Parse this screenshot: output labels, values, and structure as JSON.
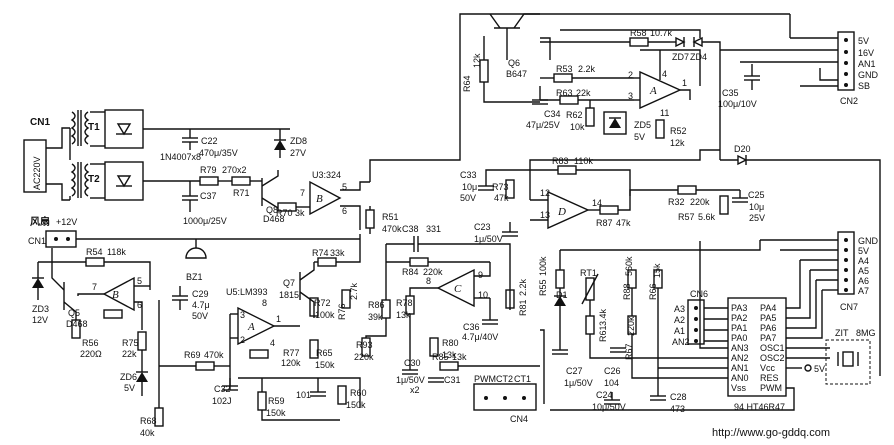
{
  "connectors": {
    "cn1": {
      "name": "CN1",
      "pin": "AC220V"
    },
    "cn2": {
      "name": "CN2",
      "pins": [
        "5V",
        "16V",
        "AN1",
        "GND",
        "SB"
      ]
    },
    "cn7": {
      "name": "CN7",
      "pins": [
        "GND",
        "5V",
        "A4",
        "A5",
        "A6",
        "A7"
      ]
    },
    "cn6": {
      "name": "CN6",
      "pins": [
        "A3",
        "A2",
        "A1",
        "AN2"
      ]
    },
    "cn4": {
      "name": "CN4",
      "pins": [
        "PWM",
        "CT2",
        "CT1"
      ]
    },
    "cn1_12v": {
      "name": "CN1",
      "label": "+12V",
      "fan": "风扇"
    }
  },
  "transformers": {
    "t1": "T1",
    "t2": "T2",
    "bridge": "1N4007x8"
  },
  "capacitors": {
    "c22": [
      "C22",
      "470μ/35V"
    ],
    "c37": [
      "C37",
      "1000μ/25V"
    ],
    "c29": [
      "C29",
      "4.7μ",
      "50V"
    ],
    "c32": [
      "C32",
      "102J"
    ],
    "c101": "101",
    "c30": [
      "C30",
      "1μ/50V",
      "x2"
    ],
    "c31": "C31",
    "c36": [
      "C36",
      "4.7μ/40V"
    ],
    "c38": [
      "C38",
      "331"
    ],
    "c33": [
      "C33",
      "10μ",
      "50V"
    ],
    "c23": [
      "C23",
      "1μ/50V"
    ],
    "c34": [
      "C34",
      "47μ/25V"
    ],
    "c35": [
      "C35",
      "100μ/10V"
    ],
    "c25": [
      "C25",
      "10μ",
      "25V"
    ],
    "c27": [
      "C27",
      "1μ/50V"
    ],
    "c26": [
      "C26",
      "104"
    ],
    "c24": [
      "C24",
      "10μ/50V"
    ],
    "c28": [
      "C28",
      "473"
    ]
  },
  "resistors": {
    "r79": [
      "R79",
      "270x2"
    ],
    "r71": "R71",
    "r70": [
      "R70",
      "3k"
    ],
    "r51": [
      "R51",
      "470k"
    ],
    "r54": [
      "R54",
      "118k"
    ],
    "r75": [
      "R75",
      "22k"
    ],
    "r56": [
      "R56",
      "220Ω"
    ],
    "r69": [
      "R69",
      "470k"
    ],
    "r74": [
      "R74",
      "33k"
    ],
    "r72": [
      "R72",
      "100k"
    ],
    "r76": [
      "R76",
      "2.7k"
    ],
    "r77": [
      "R77",
      "120k"
    ],
    "r65": [
      "R65",
      "150k"
    ],
    "r59": [
      "R59",
      "150k"
    ],
    "r60": [
      "R60",
      "150k"
    ],
    "r68": [
      "R68",
      "40k"
    ],
    "r84": [
      "R84",
      "220k"
    ],
    "r86": [
      "R86",
      "39k"
    ],
    "r78": [
      "R78",
      "13k"
    ],
    "r93": [
      "R93",
      "220k"
    ],
    "r80": [
      "R80",
      "13k"
    ],
    "r85": [
      "R85",
      "13k"
    ],
    "r81": [
      "R81",
      "2.2k"
    ],
    "r55": [
      "R55",
      "100k"
    ],
    "r83": [
      "R83",
      "110k"
    ],
    "r73": [
      "R73",
      "47k"
    ],
    "r87": [
      "R87",
      "47k"
    ],
    "r32": [
      "R32",
      "220k"
    ],
    "r57": [
      "R57",
      "5.6k"
    ],
    "r64": [
      "R64",
      "12k"
    ],
    "r53": [
      "R53",
      "2.2k"
    ],
    "r63": [
      "R63",
      "22k"
    ],
    "r62": [
      "R62",
      "10k"
    ],
    "r52": [
      "R52",
      "12k"
    ],
    "r58": [
      "R58",
      "10.7k"
    ],
    "r61": [
      "R61",
      "3.4k"
    ],
    "r67": [
      "R67",
      "220k"
    ],
    "r88": [
      "R88",
      "560k"
    ],
    "r66": [
      "R66",
      "15k"
    ],
    "rt1": "RT1"
  },
  "semis": {
    "zd8": [
      "ZD8",
      "27V"
    ],
    "zd3": [
      "ZD3",
      "12V"
    ],
    "zd6": [
      "ZD6",
      "5V"
    ],
    "zd5": [
      "ZD5",
      "5V"
    ],
    "zd7": "ZD7",
    "zd4": "ZD4",
    "q8": [
      "Q8",
      "D468"
    ],
    "q5": [
      "Q5",
      "D468"
    ],
    "q7": [
      "Q7",
      "1815"
    ],
    "q6": [
      "Q6",
      "B647"
    ],
    "d20": "D20",
    "d1": "D1",
    "bz1": "BZ1"
  },
  "ics": {
    "u3": "U3:324",
    "u5": "U5:LM393",
    "mcu": "94 HT46R47",
    "crystal": [
      "ZIT",
      "8MG"
    ],
    "mcu_left": [
      "PA3",
      "PA2",
      "PA1",
      "PA0",
      "AN3",
      "AN2",
      "AN1",
      "AN0",
      "Vss"
    ],
    "mcu_right": [
      "PA4",
      "PA5",
      "PA6",
      "PA7",
      "OSC1",
      "OSC2",
      "Vcc",
      "RES",
      "PWM"
    ],
    "opamps": [
      "A",
      "B",
      "C",
      "D",
      "A",
      "B"
    ],
    "vcc5": "5V"
  },
  "pins": [
    "7",
    "5",
    "6",
    "12",
    "13",
    "14",
    "2",
    "3",
    "4",
    "1",
    "11",
    "9",
    "10",
    "8",
    "8",
    "4",
    "3",
    "2",
    "1",
    "7",
    "6",
    "5"
  ],
  "watermark": "http://www.go-gddq.com"
}
